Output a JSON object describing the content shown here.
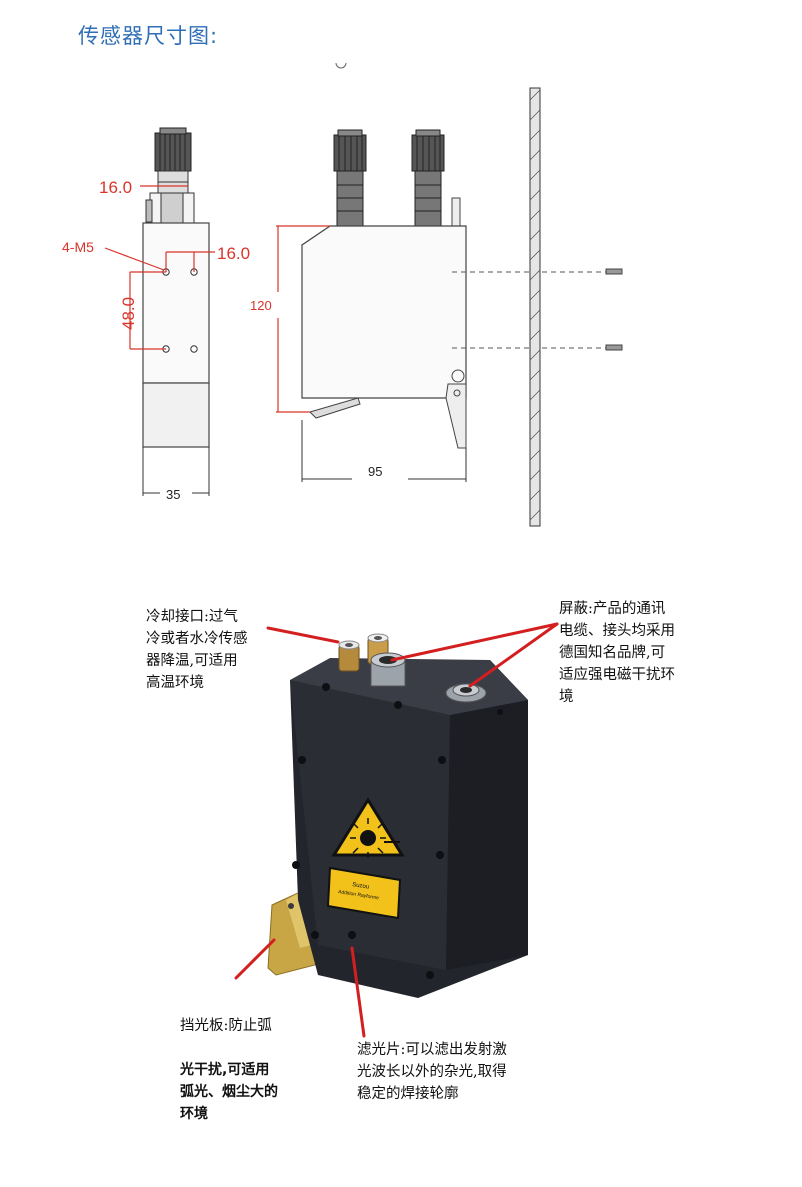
{
  "page_title": "传感器尺寸图:",
  "drawing": {
    "front_view": {
      "top_width": "16.0",
      "hole_spacing_h": "16.0",
      "hole_spacing_v": "48.0",
      "holes_label": "4-M5",
      "body_width": "35"
    },
    "side_view": {
      "height": "120",
      "width": "95"
    }
  },
  "photo": {
    "laser_label_line1": "Suzou",
    "laser_label_line2": "Addition Rayforme"
  },
  "callouts": {
    "cooling": "冷却接口:过气\n冷或者水冷传感\n器降温,可适用\n高温环境",
    "shield": "屏蔽:产品的通讯\n电缆、接头均采用\n德国知名品牌,可\n适应强电磁干扰环\n境",
    "baffle_first": "挡光板:防止弧",
    "baffle_rest": "光干扰,可适用\n弧光、烟尘大的\n环境",
    "filter": "滤光片:可以滤出发射激\n光波长以外的杂光,取得\n稳定的焊接轮廓"
  },
  "colors": {
    "title": "#2f6fb5",
    "dimension_red": "#d9342b",
    "sensor_body": "#23252c",
    "brass": "#c9a645",
    "laser_yellow": "#f2c21b"
  }
}
